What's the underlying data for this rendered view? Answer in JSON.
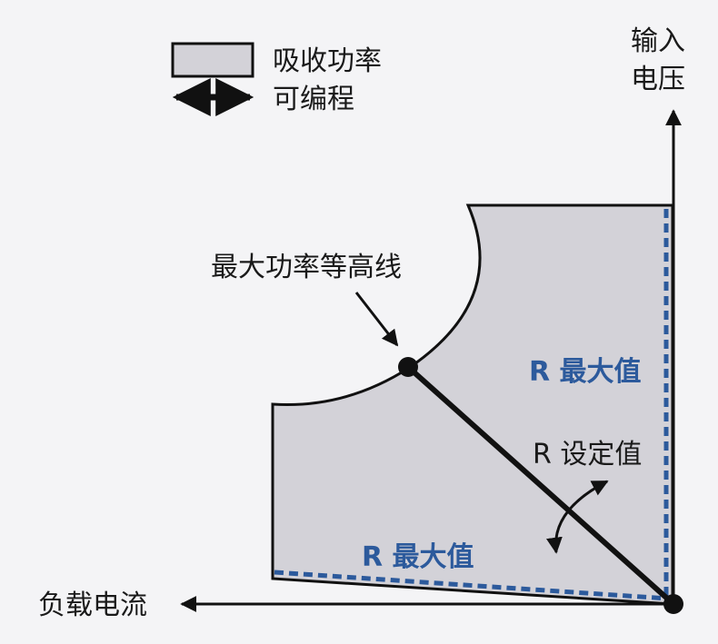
{
  "legend": {
    "region_label": "吸收功率",
    "arrow_label": "可编程"
  },
  "axes": {
    "y_label_line1": "输入",
    "y_label_line2": "电压",
    "x_label": "负载电流"
  },
  "annotations": {
    "contour": "最大功率等高线",
    "r_max_vertical": "R 最大值",
    "r_max_bottom": "R 最大值",
    "r_setpoint": "R 设定值"
  },
  "colors": {
    "region_fill": "#d3d2d8",
    "dashed_line": "#2c5a9c",
    "line": "#111111",
    "background": "#f4f4f6"
  }
}
